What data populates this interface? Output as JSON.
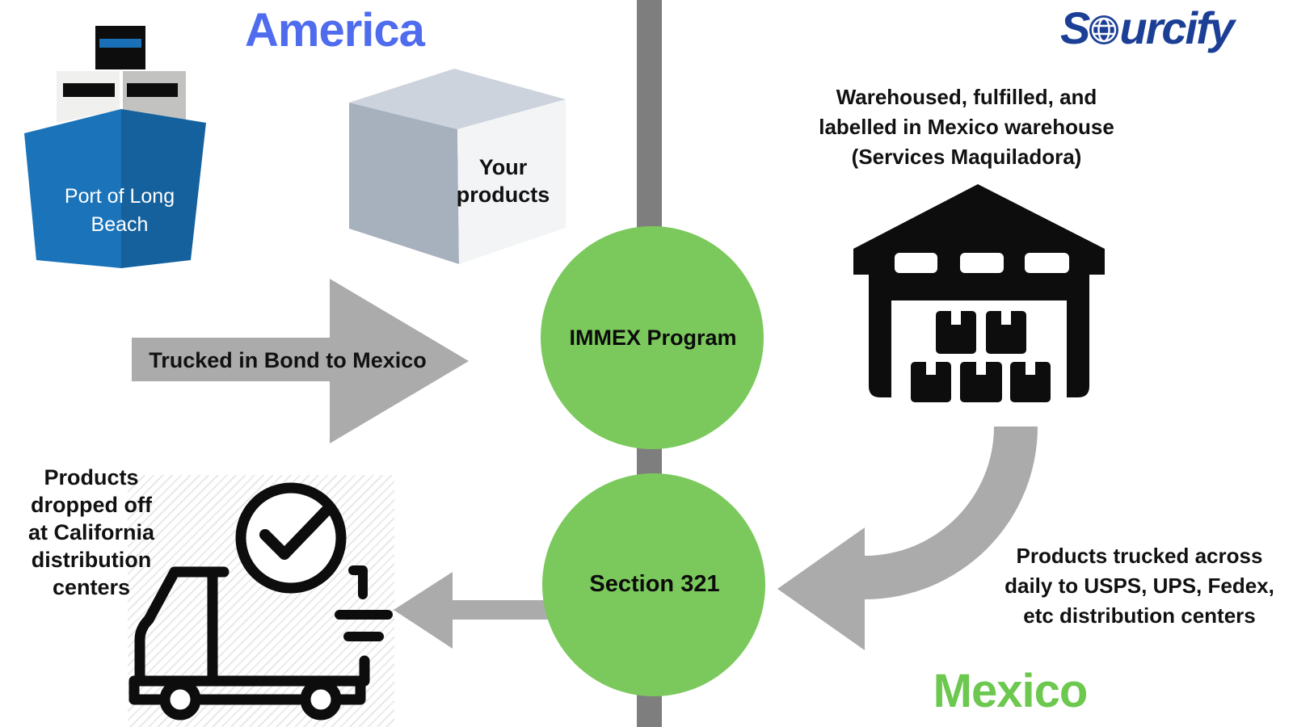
{
  "titles": {
    "america": "America",
    "mexico": "Mexico"
  },
  "brand": {
    "name": "Sourcify",
    "prefix": "S",
    "suffix": "urcify"
  },
  "nodes": {
    "immex": "IMMEX Program",
    "section321": "Section 321"
  },
  "labels": {
    "ship": "Port of Long\nBeach",
    "cube": "Your\nproducts",
    "trucked_in_bond": "Trucked in Bond to Mexico",
    "warehouse_caption": "Warehoused, fulfilled, and\nlabelled in Mexico warehouse\n(Services Maquiladora)",
    "trucked_daily_caption": "Products trucked across\ndaily to USPS, UPS, Fedex,\netc distribution centers",
    "dropoff_caption": "Products\ndropped off\nat California\ndistribution\ncenters"
  },
  "colors": {
    "america_blue": "#4f6cee",
    "mexico_green": "#6cc84e",
    "node_green": "#7bc95c",
    "brand_navy": "#1c3f96",
    "divider_gray": "#7e7e7e",
    "arrow_gray": "#ababab",
    "hull_blue_left": "#1b73b9",
    "hull_blue_right": "#14619e",
    "icon_black": "#0d0d0d"
  }
}
